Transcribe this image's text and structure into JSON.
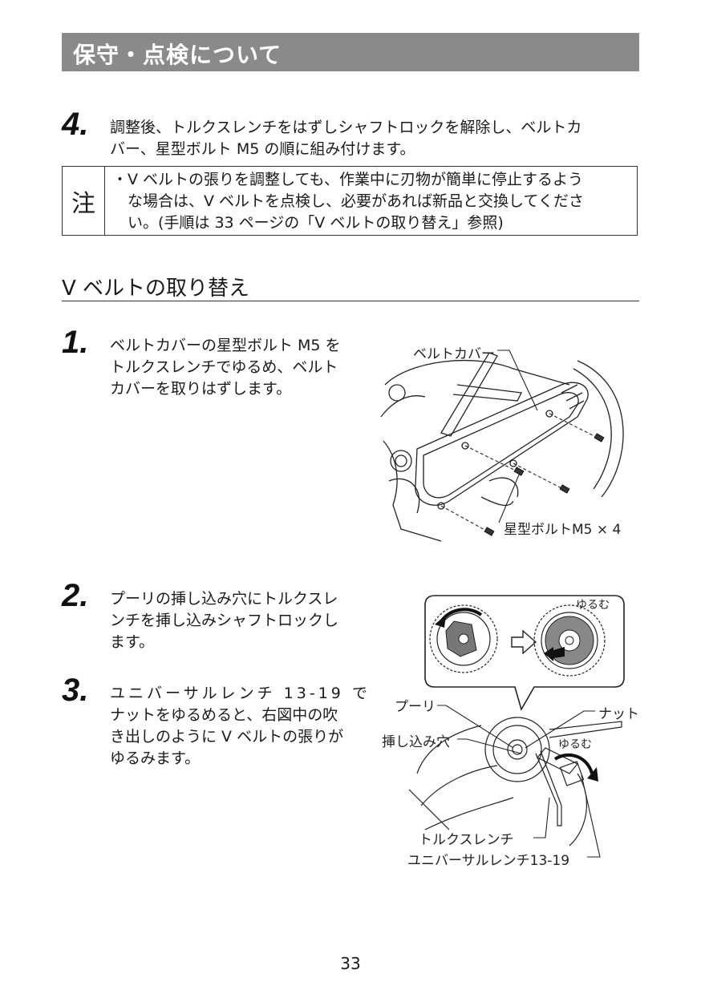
{
  "header": {
    "title": "保守・点検について"
  },
  "step4": {
    "number": "4.",
    "lines": [
      "調整後、トルクスレンチをはずしシャフトロックを解除し、ベルトカ",
      "バー、星型ボルト M5 の順に組み付けます。"
    ]
  },
  "note": {
    "label": "注",
    "lines": [
      "・V ベルトの張りを調整しても、作業中に刃物が簡単に停止するよう",
      "な場合は、V ベルトを点検し、必要があれば新品と交換してくださ",
      "い。(手順は 33 ページの「V ベルトの取り替え」参照)"
    ]
  },
  "section": {
    "title": "V ベルトの取り替え"
  },
  "step1": {
    "number": "1.",
    "lines": [
      "ベルトカバーの星型ボルト M5 を",
      "トルクスレンチでゆるめ、ベルト",
      "カバーを取りはずします。"
    ]
  },
  "figure1": {
    "belt_cover_label": "ベルトカバー",
    "bolt_label": "星型ボルトM5 × 4"
  },
  "step2": {
    "number": "2.",
    "lines": [
      "プーリの挿し込み穴にトルクスレ",
      "ンチを挿し込みシャフトロックし",
      "ます。"
    ]
  },
  "step3": {
    "number": "3.",
    "lines": [
      "ユニバーサルレンチ 13-19 で",
      "ナットをゆるめると、右図中の吹",
      "き出しのように V ベルトの張りが",
      "ゆるみます。"
    ]
  },
  "figure2": {
    "loosen_top": "ゆるむ",
    "pulley_label": "プーリ",
    "nut_label": "ナット",
    "insert_hole_label": "挿し込み穴",
    "loosen_bottom": "ゆるむ",
    "torx_label": "トルクスレンチ",
    "universal_label": "ユニバーサルレンチ13-19"
  },
  "page": {
    "number": "33"
  }
}
